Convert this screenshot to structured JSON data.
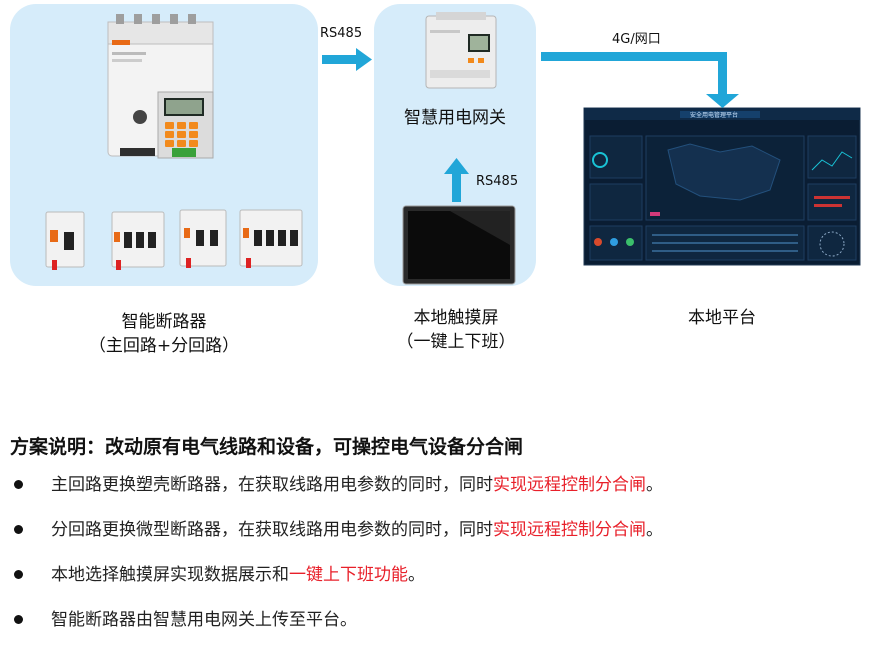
{
  "diagram": {
    "nodes": {
      "breakers": {
        "label": "智能断路器",
        "sublabel": "（主回路+分回路）"
      },
      "gateway": {
        "label": "智慧用电网关"
      },
      "touchscreen": {
        "label": "本地触摸屏",
        "sublabel": "（一键上下班）"
      },
      "platform": {
        "label": "本地平台",
        "screen_title": "安全用电管理平台"
      }
    },
    "edges": {
      "breakers_to_gateway": "RS485",
      "touchscreen_to_gateway": "RS485",
      "gateway_to_platform": "4G/网口"
    }
  },
  "scheme": {
    "title": "方案说明：改动原有电气线路和设备，可操控电气设备分合闸",
    "bullets": [
      {
        "text": "主回路更换塑壳断路器，在获取线路用电参数的同时，同时",
        "highlight": "实现远程控制分合闸",
        "tail": "。"
      },
      {
        "text": "分回路更换微型断路器，在获取线路用电参数的同时，同时",
        "highlight": "实现远程控制分合闸",
        "tail": "。"
      },
      {
        "text": "本地选择触摸屏实现数据展示和",
        "highlight": "一键上下班功能",
        "tail": "。"
      },
      {
        "text": "智能断路器由智慧用电网关上传至平台。",
        "highlight": "",
        "tail": ""
      }
    ]
  },
  "colors": {
    "panel": "#d6ecfa",
    "arrow": "#21a6d8",
    "highlight": "#e8202a"
  }
}
